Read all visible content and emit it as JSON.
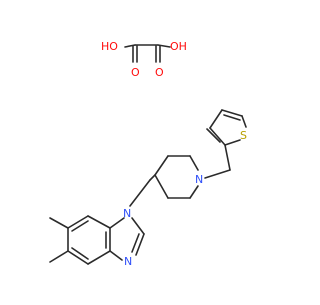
{
  "structure": {
    "oxalic_acid": {
      "ho_left": "HO",
      "oh_right": "OH",
      "o_left": "O",
      "o_right": "O"
    },
    "main": {
      "n_benzimidazole_1": "N",
      "n_benzimidazole_3": "N",
      "n_piperidine": "N",
      "s_thiophene": "S"
    }
  },
  "colors": {
    "bond": "#2b2b2b",
    "oxygen": "#ff0d0d",
    "nitrogen": "#3050f8",
    "sulfur": "#b8a000",
    "background": "#ffffff"
  }
}
